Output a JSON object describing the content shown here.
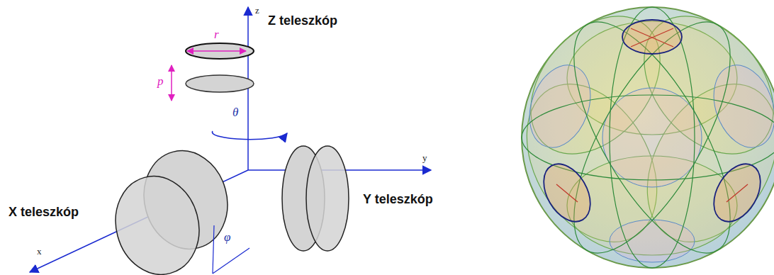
{
  "diagram": {
    "labels": [
      "Z teleszkóp",
      "z",
      "r",
      "p",
      "θ",
      "y",
      "Y teleszkóp",
      "X teleszkóp",
      "x",
      "φ"
    ]
  }
}
